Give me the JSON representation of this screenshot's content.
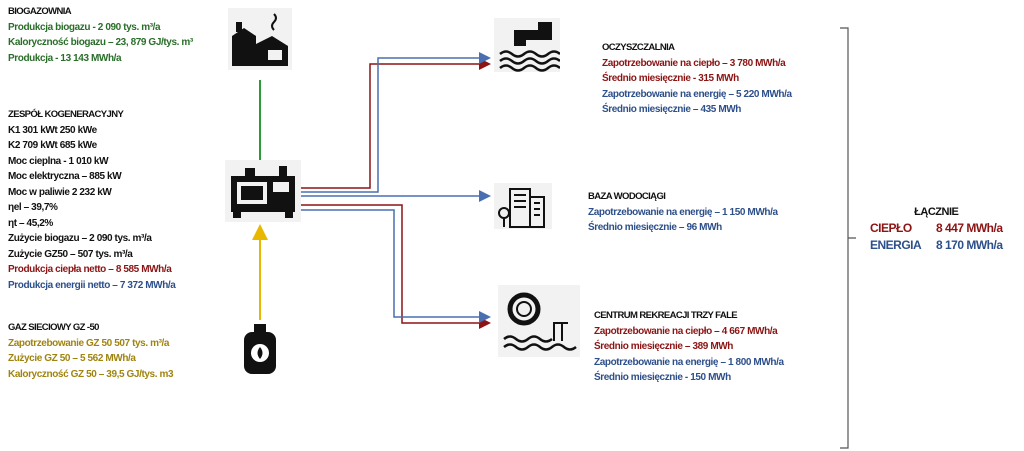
{
  "biogazownia": {
    "title": "BIOGAZOWNIA",
    "lines": [
      "Produkcja biogazu - 2 090 tys. m³/a",
      "Kaloryczność biogazu – 23, 879 GJ/tys. m³",
      "Produkcja - 13 143 MWh/a"
    ]
  },
  "kogeneracja": {
    "title": "ZESPÓŁ KOGENERACYJNY",
    "lines": [
      "K1 301 kWt 250 kWe",
      "K2 709 kWt 685 kWe",
      "Moc cieplna  - 1 010 kW",
      "Moc elektryczna – 885 kW",
      "Moc w paliwie 2 232 kW",
      "ηel – 39,7%",
      "ηt – 45,2%",
      "Zużycie biogazu – 2 090 tys. m³/a",
      "Zużycie GZ50 – 507 tys. m³/a"
    ],
    "heat": "Produkcja ciepła netto – 8 585 MWh/a",
    "energy": "Produkcja energii netto – 7 372 MWh/a"
  },
  "gaz": {
    "title": "GAZ SIECIOWY GZ -50",
    "lines": [
      "Zapotrzebowanie GZ 50  507 tys. m³/a",
      "Zużycie GZ 50 – 5 562 MWh/a",
      "Kaloryczność GZ 50 – 39,5 GJ/tys. m3"
    ]
  },
  "oczyszczalnia": {
    "title": "OCZYSZCZALNIA",
    "heat": "Zapotrzebowanie na ciepło – 3 780 MWh/a",
    "heat_avg": "Średnio miesięcznie - 315 MWh",
    "energy": "Zapotrzebowanie na energię – 5 220 MWh/a",
    "energy_avg": "Średnio miesięcznie – 435 MWh"
  },
  "baza": {
    "title": "BAZA WODOCIĄGI",
    "energy": "Zapotrzebowanie na energię – 1 150 MWh/a",
    "energy_avg": "Średnio miesięcznie – 96 MWh"
  },
  "centrum": {
    "title": "CENTRUM REKREACJI TRZY FALE",
    "heat": "Zapotrzebowanie na ciepło – 4 667 MWh/a",
    "heat_avg": "Średnio miesięcznie – 389 MWh",
    "energy": "Zapotrzebowanie na energię – 1 800 MWh/a",
    "energy_avg": "Średnio miesięcznie - 150 MWh"
  },
  "lacznie": {
    "title": "ŁĄCZNIE",
    "heat_label": "CIEPŁO",
    "heat_value": "8 447 MWh/a",
    "energy_label": "ENERGIA",
    "energy_value": "8 170 MWh/a"
  },
  "colors": {
    "heat": "#8b1414",
    "energy": "#2d4f8a",
    "biogas": "#2a9a3a",
    "gas": "#e8b800"
  }
}
